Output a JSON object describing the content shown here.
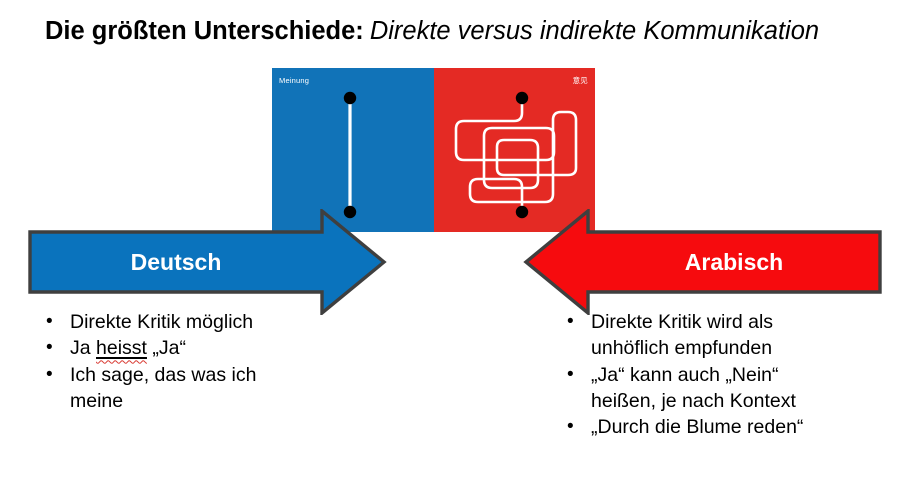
{
  "title": {
    "bold": "Die größten Unterschiede:",
    "italic": "Direkte versus indirekte Kommunikation"
  },
  "illustration": {
    "left_panel_label": "Meinung",
    "right_panel_label": "意见",
    "left_panel_color": "#1173b8",
    "right_panel_color": "#e42a24",
    "line_color": "#ffffff",
    "dot_color": "#000000"
  },
  "arrows": {
    "deutsch": {
      "label": "Deutsch",
      "color": "#0a73bd"
    },
    "arabisch": {
      "label": "Arabisch",
      "color": "#f60b0e"
    },
    "border_color": "#3f3f3f"
  },
  "bullets": {
    "left": {
      "item1": "Direkte Kritik möglich",
      "item2_pre": "Ja ",
      "item2_word": "heisst",
      "item2_post": " „Ja“",
      "item3": "Ich sage, das was ich meine"
    },
    "right": {
      "item1": "Direkte Kritik wird als unhöflich empfunden",
      "item2": "„Ja“ kann auch „Nein“ heißen, je nach Kontext",
      "item3": "„Durch die Blume reden“"
    }
  }
}
